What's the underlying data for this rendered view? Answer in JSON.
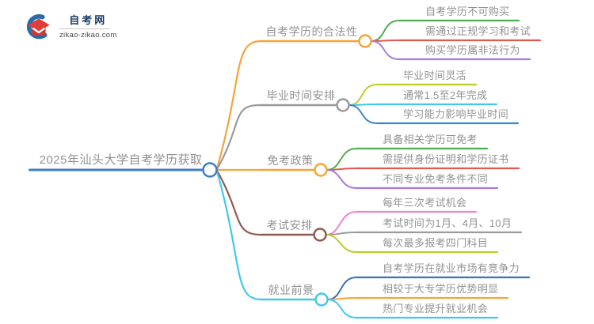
{
  "logo": {
    "site_name": "自考网",
    "site_url": "zikao-zikao.com",
    "icon": "graduation-cap-logo-icon",
    "arc_color": "#2a6ca8",
    "cap_color": "#e23c36"
  },
  "mindmap": {
    "text_color": "#929292",
    "root": {
      "label": "2025年汕头大学自考学历获取",
      "color": "#3d7ec9"
    },
    "branches": [
      {
        "label": "自考学历的合法性",
        "color": "#f7a338",
        "children": [
          {
            "label": "自考学历不可购买",
            "color": "#4cae4f"
          },
          {
            "label": "需通过正规学习和考试",
            "color": "#e45853"
          },
          {
            "label": "购买学历属非法行为",
            "color": "#a87bd8"
          }
        ]
      },
      {
        "label": "毕业时间安排",
        "color": "#9b9b9b",
        "children": [
          {
            "label": "毕业时间灵活",
            "color": "#bfcc2b"
          },
          {
            "label": "通常1.5至2年完成",
            "color": "#41c7ec"
          },
          {
            "label": "学习能力影响毕业时间",
            "color": "#3e86c8"
          }
        ]
      },
      {
        "label": "免考政策",
        "color": "#f7a338",
        "children": [
          {
            "label": "具备相关学历可免考",
            "color": "#4cae4f"
          },
          {
            "label": "需提供身份证明和学历证书",
            "color": "#e45853"
          },
          {
            "label": "不同专业免考条件不同",
            "color": "#a87bd8"
          }
        ]
      },
      {
        "label": "考试安排",
        "color": "#8e5b52",
        "children": [
          {
            "label": "每年三次考试机会",
            "color": "#f083c8"
          },
          {
            "label": "考试时间为1月、4月、10月",
            "color": "#9b9b9b"
          },
          {
            "label": "每次最多报考四门科目",
            "color": "#bfcc2b"
          }
        ]
      },
      {
        "label": "就业前景",
        "color": "#45c8e8",
        "children": [
          {
            "label": "自考学历在就业市场有竞争力",
            "color": "#3573b9"
          },
          {
            "label": "相较于大专学历优势明显",
            "color": "#f7a338"
          },
          {
            "label": "热门专业提升就业机会",
            "color": "#41c7ec"
          }
        ]
      }
    ]
  }
}
